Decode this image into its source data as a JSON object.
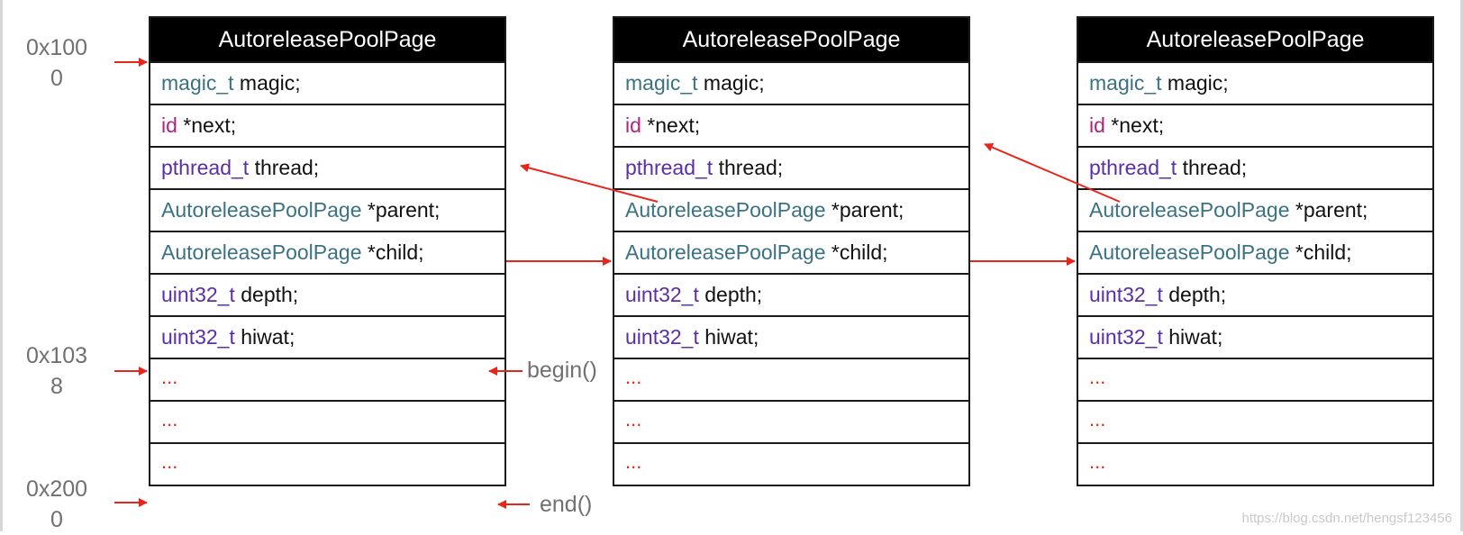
{
  "pages": [
    {
      "title": "AutoreleasePoolPage",
      "fields": [
        {
          "type": "magic_t",
          "rest": " magic;",
          "color": "teal"
        },
        {
          "type": "id",
          "rest": " *next;",
          "color": "magenta"
        },
        {
          "type": "pthread_t",
          "rest": " thread;",
          "color": "purple"
        },
        {
          "type": "AutoreleasePoolPage",
          "rest": " *parent;",
          "color": "teal"
        },
        {
          "type": "AutoreleasePoolPage",
          "rest": " *child;",
          "color": "teal"
        },
        {
          "type": "uint32_t",
          "rest": " depth;",
          "color": "purple"
        },
        {
          "type": "uint32_t",
          "rest": " hiwat;",
          "color": "purple"
        }
      ],
      "slots": [
        "...",
        "...",
        "..."
      ]
    },
    {
      "title": "AutoreleasePoolPage",
      "fields": [
        {
          "type": "magic_t",
          "rest": " magic;",
          "color": "teal"
        },
        {
          "type": "id",
          "rest": " *next;",
          "color": "magenta"
        },
        {
          "type": "pthread_t",
          "rest": " thread;",
          "color": "purple"
        },
        {
          "type": "AutoreleasePoolPage",
          "rest": " *parent;",
          "color": "teal"
        },
        {
          "type": "AutoreleasePoolPage",
          "rest": " *child;",
          "color": "teal"
        },
        {
          "type": "uint32_t",
          "rest": " depth;",
          "color": "purple"
        },
        {
          "type": "uint32_t",
          "rest": " hiwat;",
          "color": "purple"
        }
      ],
      "slots": [
        "...",
        "...",
        "..."
      ]
    },
    {
      "title": "AutoreleasePoolPage",
      "fields": [
        {
          "type": "magic_t",
          "rest": " magic;",
          "color": "teal"
        },
        {
          "type": "id",
          "rest": " *next;",
          "color": "magenta"
        },
        {
          "type": "pthread_t",
          "rest": " thread;",
          "color": "purple"
        },
        {
          "type": "AutoreleasePoolPage",
          "rest": " *parent;",
          "color": "teal"
        },
        {
          "type": "AutoreleasePoolPage",
          "rest": " *child;",
          "color": "teal"
        },
        {
          "type": "uint32_t",
          "rest": " depth;",
          "color": "purple"
        },
        {
          "type": "uint32_t",
          "rest": " hiwat;",
          "color": "purple"
        }
      ],
      "slots": [
        "...",
        "...",
        "..."
      ]
    }
  ],
  "addresses": [
    {
      "line1": "0x100",
      "line2": "0"
    },
    {
      "line1": "0x103",
      "line2": "8"
    },
    {
      "line1": "0x200",
      "line2": "0"
    }
  ],
  "labels": {
    "begin": "begin()",
    "end": "end()"
  },
  "watermark": "https://blog.csdn.net/hengsf123456",
  "colors": {
    "arrow": "#e8251b",
    "teal_type": "#3b7283",
    "purple_type": "#5b2ea6",
    "magenta_type": "#b1247d",
    "header_bg": "#000000"
  }
}
